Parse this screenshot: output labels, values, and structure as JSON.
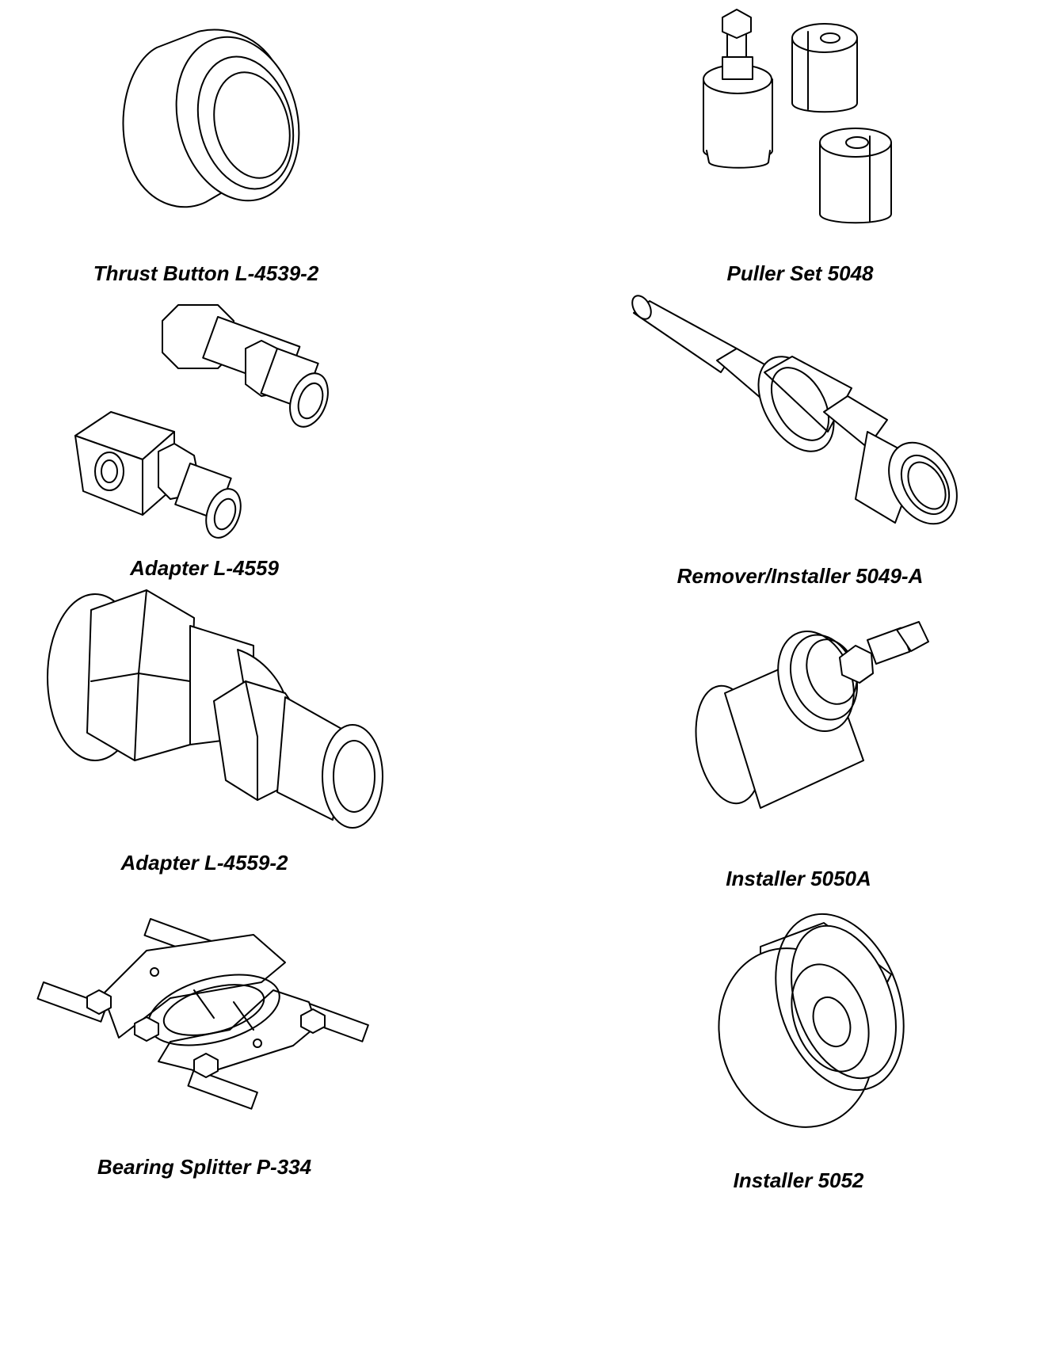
{
  "tools": [
    {
      "label": "Thrust Button L-4539-2",
      "icon": "thrust-button-illustration"
    },
    {
      "label": "Puller Set 5048",
      "icon": "puller-set-illustration"
    },
    {
      "label": "Adapter L-4559",
      "icon": "adapter-illustration"
    },
    {
      "label": "Remover/Installer 5049-A",
      "icon": "remover-installer-illustration"
    },
    {
      "label": "Adapter L-4559-2",
      "icon": "adapter-2-illustration"
    },
    {
      "label": "Installer 5050A",
      "icon": "installer-5050a-illustration"
    },
    {
      "label": "Bearing Splitter P-334",
      "icon": "bearing-splitter-illustration"
    },
    {
      "label": "Installer 5052",
      "icon": "installer-5052-illustration"
    }
  ]
}
